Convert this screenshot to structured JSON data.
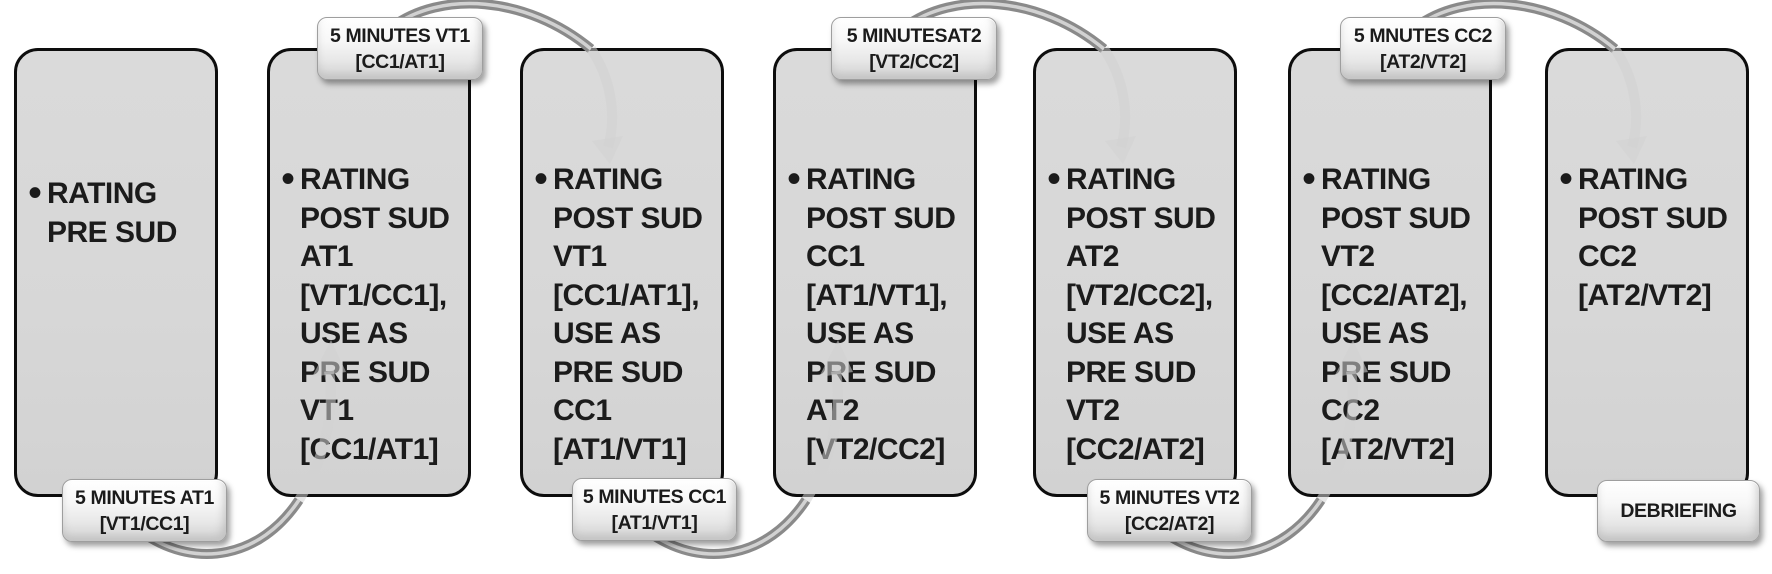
{
  "diagram": {
    "boxes": [
      {
        "text": "RATING\nPRE SUD"
      },
      {
        "text": "RATING\nPOST SUD\nAT1\n[VT1/CC1],\nUSE AS\nPRE SUD\nVT1\n[CC1/AT1]"
      },
      {
        "text": "RATING\nPOST SUD\nVT1\n[CC1/AT1],\nUSE AS\nPRE SUD\nCC1\n[AT1/VT1]"
      },
      {
        "text": "RATING\nPOST SUD\nCC1\n[AT1/VT1],\nUSE AS\nPRE SUD\nAT2\n[VT2/CC2]"
      },
      {
        "text": "RATING\nPOST SUD\nAT2\n[VT2/CC2],\nUSE AS\nPRE SUD\nVT2\n[CC2/AT2]"
      },
      {
        "text": "RATING\nPOST SUD\nVT2\n[CC2/AT2],\nUSE AS\nPRE SUD\nCC2\n[AT2/VT2]"
      },
      {
        "text": "RATING\nPOST SUD\nCC2\n[AT2/VT2]"
      }
    ],
    "top_labels": [
      {
        "text": "5 MINUTES VT1\n[CC1/AT1]"
      },
      {
        "text": "5 MINUTESAT2\n[VT2/CC2]"
      },
      {
        "text": "5 MNUTES CC2\n[AT2/VT2]"
      }
    ],
    "bottom_labels": [
      {
        "text": "5 MINUTES AT1\n[VT1/CC1]"
      },
      {
        "text": "5 MINUTES CC1\n[AT1/VT1]"
      },
      {
        "text": "5 MINUTES VT2\n[CC2/AT2]"
      },
      {
        "text": "DEBRIEFING"
      }
    ],
    "bullet_glyph": "•",
    "colors": {
      "box_fill": "#d7d7d7",
      "box_border": "#0d0d0d",
      "text_color": "#1b1b1b",
      "label_fill": "#f4f4f4",
      "label_border": "#9e9e9e",
      "arc_dark": "#8a8a8a",
      "arc_light": "#d2d2d2"
    }
  }
}
